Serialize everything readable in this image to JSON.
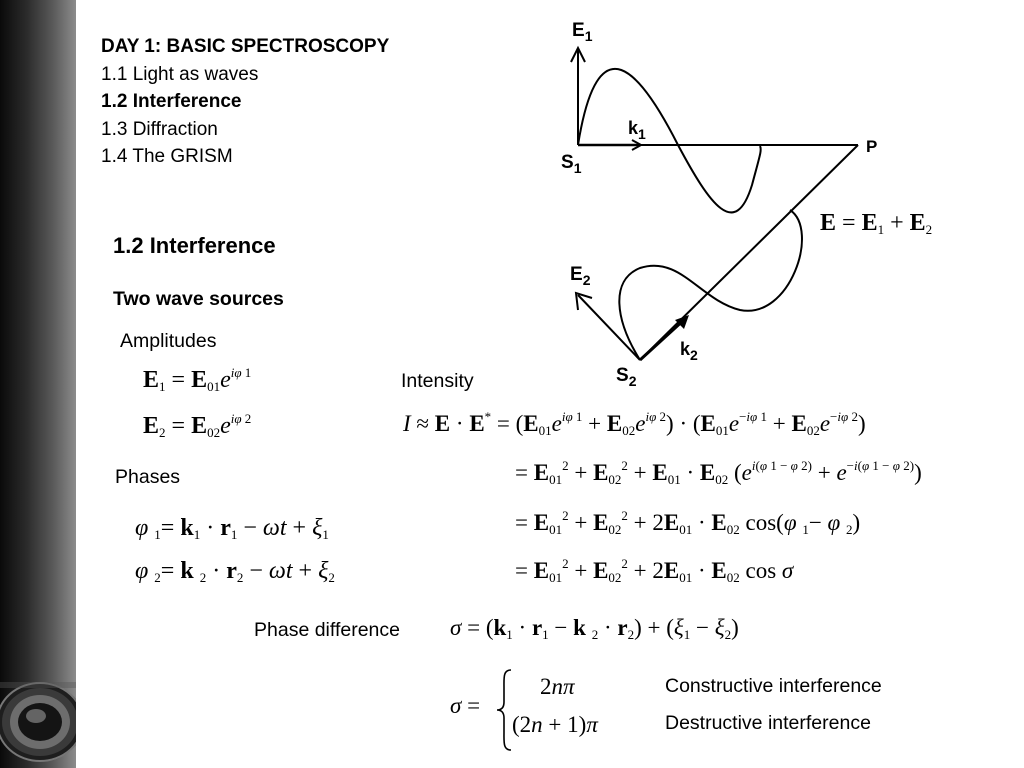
{
  "menu": {
    "title": "DAY 1: BASIC SPECTROSCOPY",
    "items": [
      "1.1 Light as waves",
      "1.2 Interference",
      "1.3 Diffraction",
      "1.4 The GRISM"
    ]
  },
  "section": {
    "heading": "1.2 Interference",
    "subheading": "Two wave sources",
    "amplitudes_label": "Amplitudes",
    "phases_label": "Phases",
    "intensity_label": "Intensity",
    "phase_difference_label": "Phase difference",
    "constructive_label": "Constructive interference",
    "destructive_label": "Destructive interference"
  },
  "diagram": {
    "e1": "E",
    "e1_sub": "1",
    "k1": "k",
    "k1_sub": "1",
    "s1": "S",
    "s1_sub": "1",
    "p": "P",
    "e2": "E",
    "e2_sub": "2",
    "k2": "k",
    "k2_sub": "2",
    "s2": "S",
    "s2_sub": "2"
  },
  "colors": {
    "sidebar_dark": "#0a0a0a",
    "sidebar_light": "#8c8c8c",
    "text": "#000000"
  },
  "icons": {
    "lens": "camera-lens-icon"
  }
}
